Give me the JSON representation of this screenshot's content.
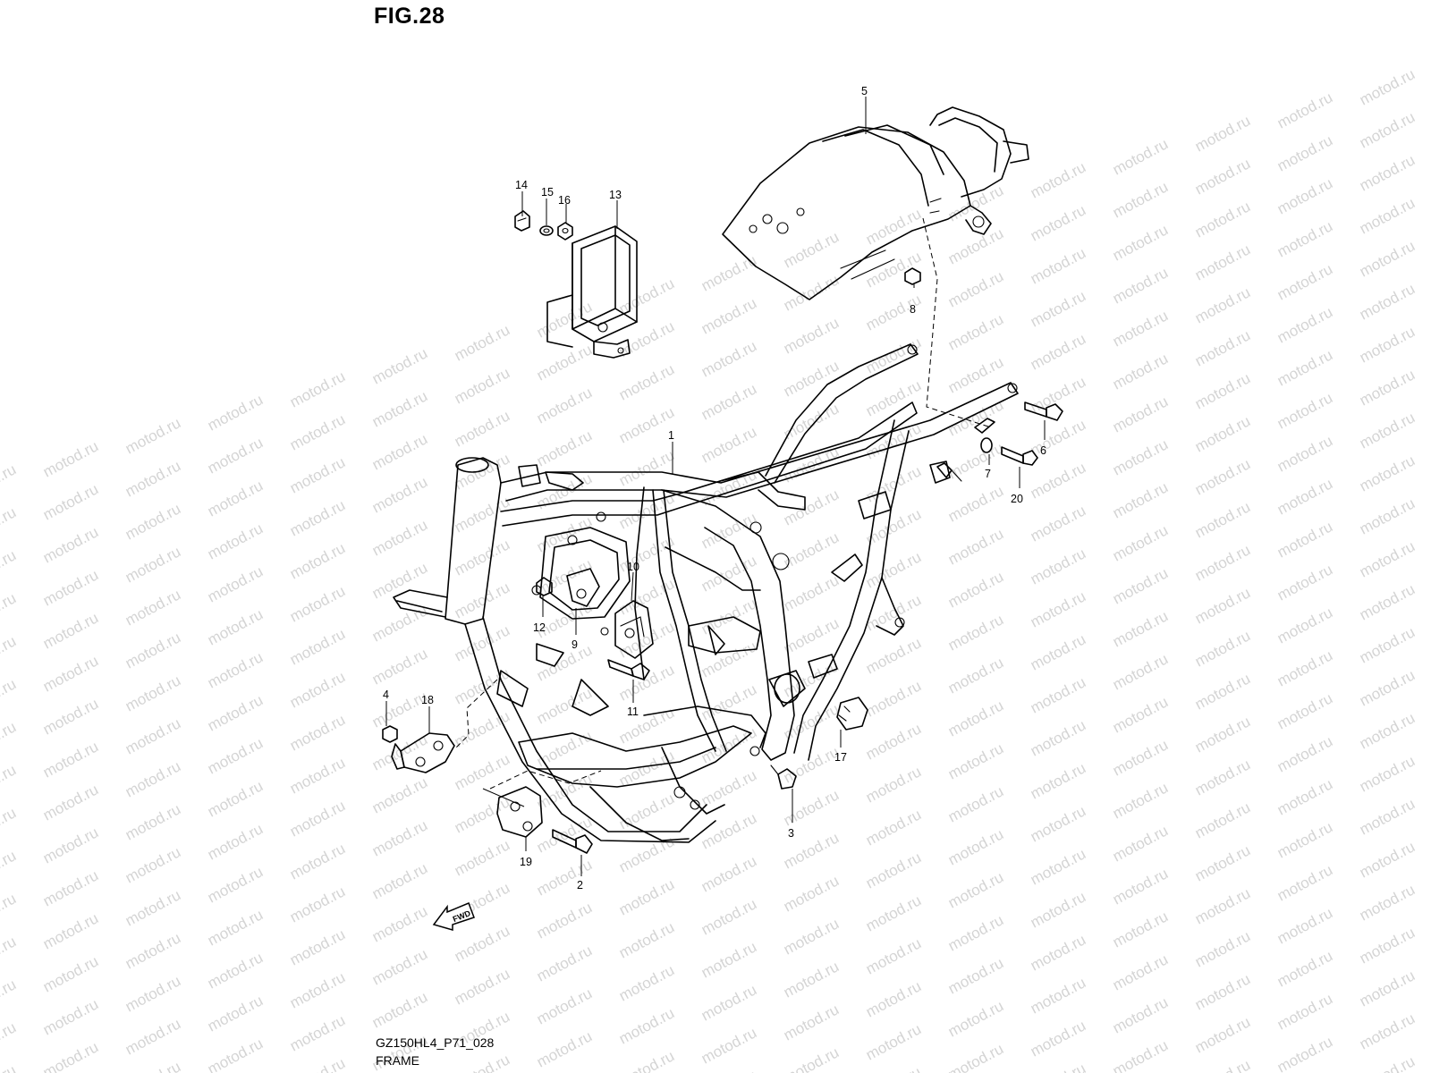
{
  "figure": {
    "title": "FIG.28",
    "code": "GZ150HL4_P71_028",
    "name": "FRAME",
    "watermark": "motod.ru"
  },
  "direction_badge": {
    "label": "FWD",
    "icon": "arrow-left-icon"
  },
  "callouts": [
    "1",
    "2",
    "3",
    "4",
    "5",
    "6",
    "7",
    "8",
    "9",
    "10",
    "11",
    "12",
    "13",
    "14",
    "15",
    "16",
    "17",
    "18",
    "19",
    "20"
  ]
}
